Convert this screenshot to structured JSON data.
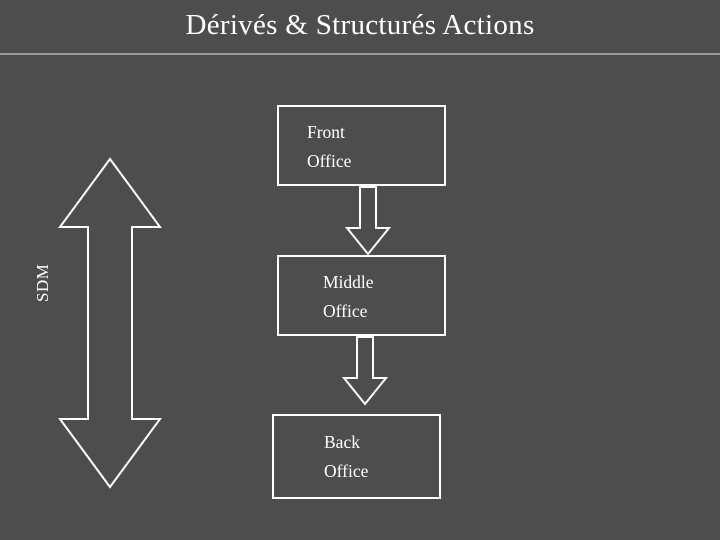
{
  "slide": {
    "background_color": "#4d4d4d",
    "title": "Dérivés & Structurés Actions",
    "title_rule_color": "#9a9a9a",
    "outline_color": "#ffffff",
    "text_color": "#ffffff"
  },
  "side_label": {
    "text": "SDM",
    "orientation": "vertical"
  },
  "flow": {
    "boxes": [
      {
        "id": "front",
        "label": "Front\nOffice"
      },
      {
        "id": "middle",
        "label": "Middle\nOffice"
      },
      {
        "id": "back",
        "label": "Back\nOffice"
      }
    ],
    "connectors": [
      {
        "from": "front",
        "to": "middle",
        "direction": "down"
      },
      {
        "from": "middle",
        "to": "back",
        "direction": "down"
      }
    ],
    "span_arrow": {
      "name": "sdm-span-double-arrow",
      "direction": "up-down"
    }
  }
}
